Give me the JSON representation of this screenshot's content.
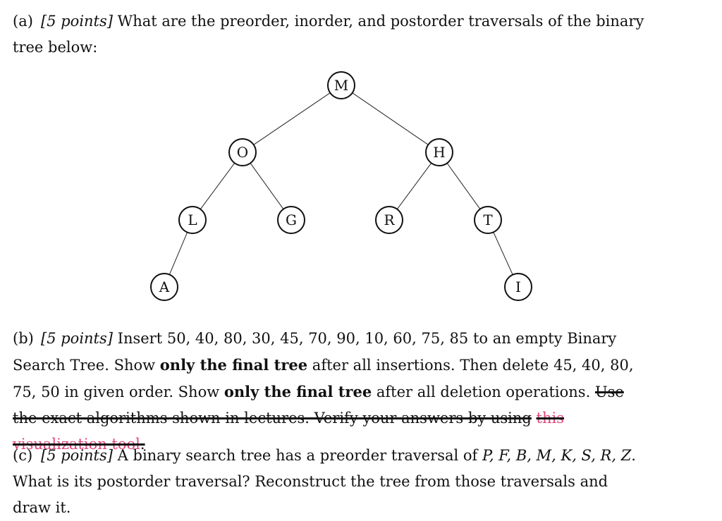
{
  "part_a": {
    "label": "(a)",
    "points": "[5 points]",
    "text": "What are the preorder, inorder, and postorder traversals of the binary tree below:"
  },
  "tree": {
    "nodes": [
      {
        "id": "M",
        "label": "M"
      },
      {
        "id": "O",
        "label": "O"
      },
      {
        "id": "H",
        "label": "H"
      },
      {
        "id": "L",
        "label": "L"
      },
      {
        "id": "G",
        "label": "G"
      },
      {
        "id": "R",
        "label": "R"
      },
      {
        "id": "T",
        "label": "T"
      },
      {
        "id": "A",
        "label": "A"
      },
      {
        "id": "I",
        "label": "I"
      }
    ],
    "edges": [
      [
        "M",
        "O"
      ],
      [
        "M",
        "H"
      ],
      [
        "O",
        "L"
      ],
      [
        "O",
        "G"
      ],
      [
        "H",
        "R"
      ],
      [
        "H",
        "T"
      ],
      [
        "L",
        "A"
      ],
      [
        "T",
        "I"
      ]
    ]
  },
  "part_b": {
    "label": "(b)",
    "points": "[5 points]",
    "text1": "Insert 50, 40, 80, 30, 45, 70, 90, 10, 60, 75, 85 to an empty Binary Search Tree. Show ",
    "bold1": "only the final tree",
    "text2": " after all insertions. Then delete 45, 40, 80, 75, 50 in given order. Show ",
    "bold2": "only the final tree",
    "text3": " after all deletion operations. ",
    "strike_text": "Use the exact algorithms shown in lectures. Verify your answers by using",
    "strike_link": "this visualization tool",
    "strike_end": "."
  },
  "part_c": {
    "label": "(c)",
    "points": "[5 points]",
    "text1": "A binary search tree has a preorder traversal of ",
    "sequence": "P, F, B, M, K, S, R, Z",
    "text2": ". What is its postorder traversal? Reconstruct the tree from those traversals and draw it."
  }
}
